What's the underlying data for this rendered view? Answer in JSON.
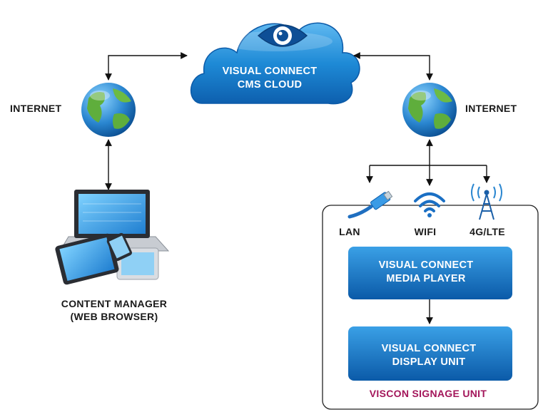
{
  "cloud": {
    "line1": "VISUAL CONNECT",
    "line2": "CMS CLOUD"
  },
  "internet_left": "INTERNET",
  "internet_right": "INTERNET",
  "content_manager": {
    "line1": "CONTENT MANAGER",
    "line2": "(WEB BROWSER)"
  },
  "connections": {
    "lan": "LAN",
    "wifi": "WIFI",
    "lte": "4G/LTE"
  },
  "media_player": {
    "line1": "VISUAL CONNECT",
    "line2": "MEDIA PLAYER"
  },
  "display_unit": {
    "line1": "VISUAL CONNECT",
    "line2": "DISPLAY UNIT"
  },
  "signage_unit": "VISCON SIGNAGE UNIT",
  "colors": {
    "cloud": "#1e8ad6",
    "box": "#1a78c9",
    "accent": "#a3165a",
    "line": "#111111"
  }
}
